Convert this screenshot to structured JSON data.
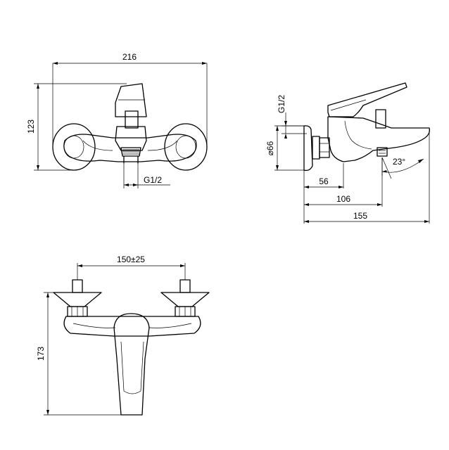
{
  "dimensions": {
    "front_width": "216",
    "front_height": "123",
    "front_thread": "G1/2",
    "side_thread": "G1/2",
    "side_diameter": "66",
    "diameter_symbol": "⌀",
    "side_depth_a": "56",
    "side_depth_b": "106",
    "side_depth_c": "155",
    "spout_angle": "23°",
    "bottom_spacing": "150±25",
    "bottom_height": "173"
  }
}
